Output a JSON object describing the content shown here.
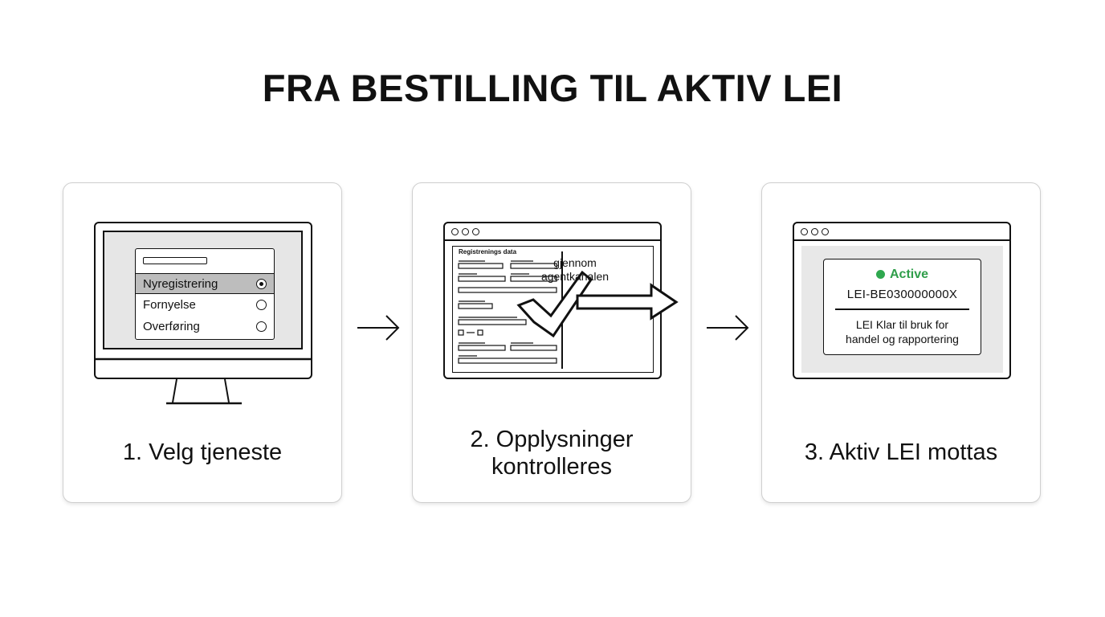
{
  "title": "FRA BESTILLING TIL AKTIV LEI",
  "steps": [
    {
      "caption": "1. Velg tjeneste",
      "options": [
        {
          "label": "Nyregistrering",
          "selected": true
        },
        {
          "label": "Fornyelse",
          "selected": false
        },
        {
          "label": "Overføring",
          "selected": false
        }
      ]
    },
    {
      "caption": "2. Opplysninger\nkontrolleres",
      "form_label": "Registrenings data",
      "channel_text": "gjennom\nagentkanalen"
    },
    {
      "caption": "3. Aktiv LEI mottas",
      "status": "Active",
      "lei_code": "LEI-BE030000000X",
      "note": "LEI Klar til bruk for\nhandel og rapportering"
    }
  ],
  "colors": {
    "text": "#111111",
    "active_green": "#2fa84f",
    "selected_row": "#bdbdbd",
    "screen_bg": "#e6e6e6",
    "card_border": "#cfcfcf"
  },
  "icons": [
    "monitor-icon",
    "radio-checked-icon",
    "radio-empty-icon",
    "browser-dots-icon",
    "checkmark-icon",
    "right-arrow-icon",
    "status-dot-icon"
  ]
}
